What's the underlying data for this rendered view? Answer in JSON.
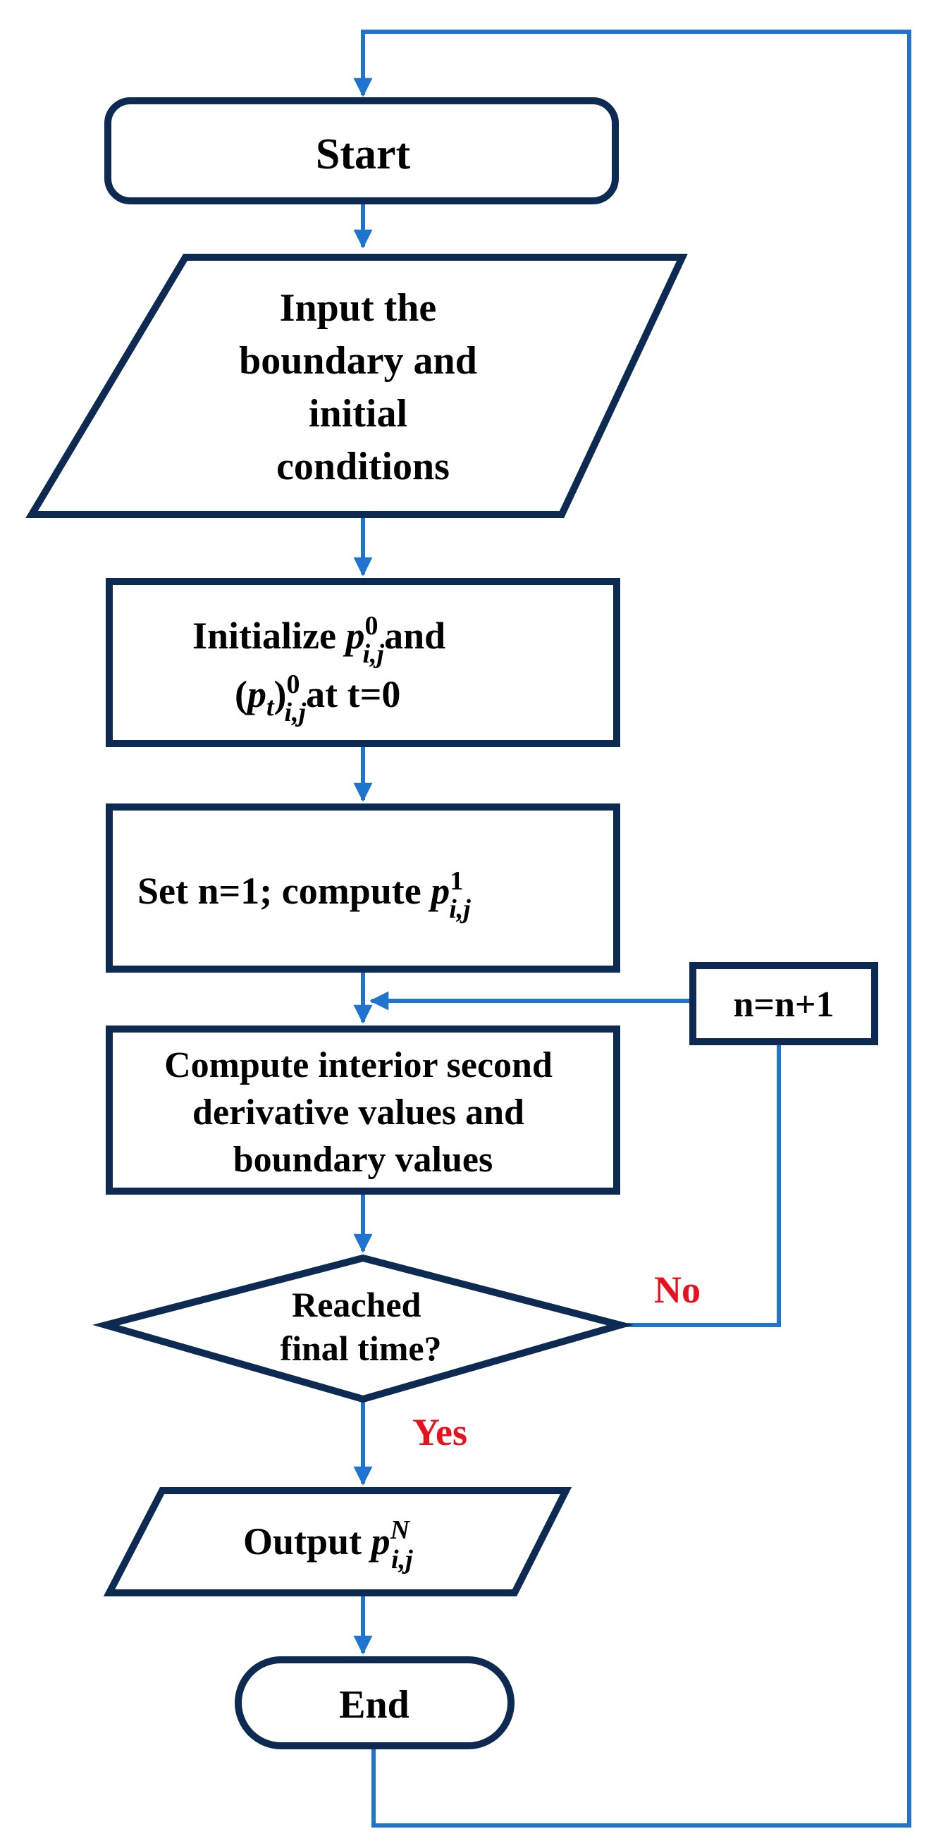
{
  "nodes": {
    "start": {
      "label": "Start"
    },
    "input": {
      "lines": [
        "Input the",
        "boundary and",
        "initial",
        "conditions"
      ]
    },
    "initialize": {
      "line1_prefix": "Initialize ",
      "line1_var": "p",
      "line1_sup": "0",
      "line1_sub": "i,j",
      "line1_suffix": "and",
      "line2_open": "(",
      "line2_var": "p",
      "line2_var_sub": "t",
      "line2_close": ")",
      "line2_sup": "0",
      "line2_sub": "i,j",
      "line2_suffix": "at t=0"
    },
    "set_n": {
      "prefix": "Set n=1; compute ",
      "var": "p",
      "sup": "1",
      "sub": "i,j"
    },
    "compute": {
      "lines": [
        "Compute interior second",
        "derivative values and",
        "boundary values"
      ]
    },
    "increment": {
      "label": "n=n+1"
    },
    "decision": {
      "lines": [
        "Reached",
        "final time?"
      ]
    },
    "output": {
      "prefix": "Output ",
      "var": "p",
      "sup": "N",
      "sub": "i,j"
    },
    "end": {
      "label": "End"
    }
  },
  "branches": {
    "no": "No",
    "yes": "Yes"
  },
  "colors": {
    "node_border": "#0d2a52",
    "connector": "#1f74d0",
    "branch_label": "#e8111d"
  }
}
